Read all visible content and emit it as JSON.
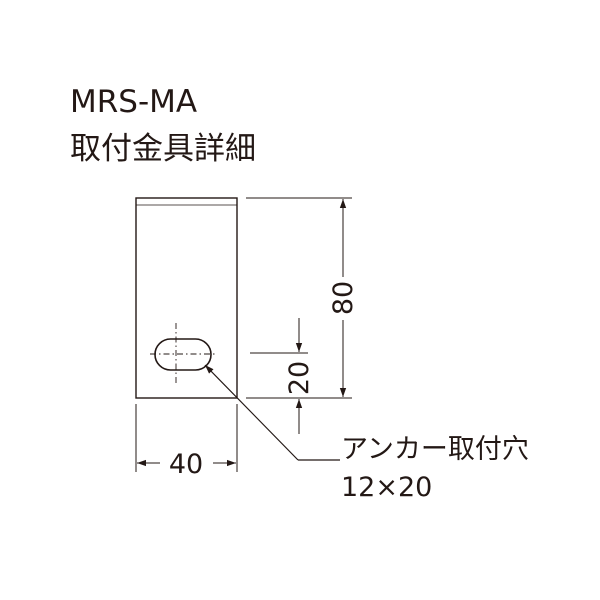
{
  "title": {
    "model": "MRS-MA",
    "subtitle": "取付金具詳細"
  },
  "dimensions": {
    "width": "40",
    "height": "80",
    "hole_offset": "20"
  },
  "callout": {
    "label": "アンカー取付穴",
    "size": "12×20"
  },
  "colors": {
    "line": "#231815"
  }
}
